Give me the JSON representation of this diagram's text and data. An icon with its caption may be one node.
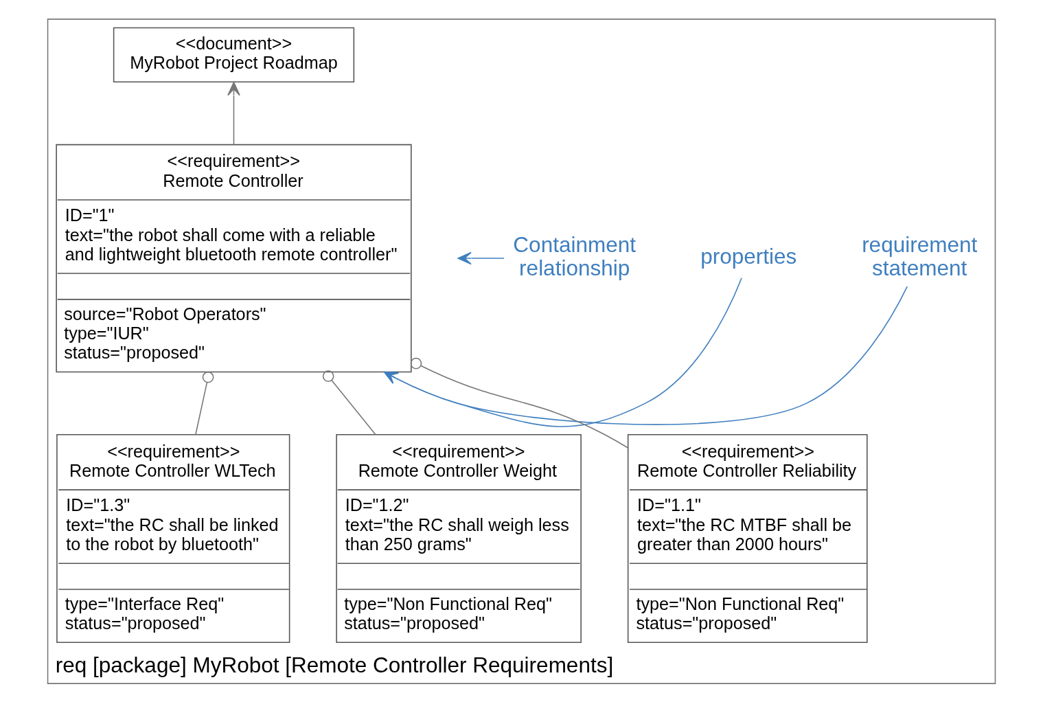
{
  "diagram": {
    "nodes": [
      {
        "text": [
          "req [package] MyRobot [Remote Controller Requirements]"
        ]
      },
      {
        "text": [
          "<<document>>",
          "MyRobot Project Roadmap"
        ],
        "in": 0
      },
      {
        "text": [
          "<<requirement>>",
          "Remote Controller",
          "ID=\"1\"",
          "text=\"the robot shall come with a reliable and lightweight bluetooth remote controller\"",
          "source=\"Robot Operators\"",
          "type=\"IUR\"",
          "status=\"proposed\""
        ],
        "in": 0
      },
      {
        "text": [
          "requirement statement"
        ],
        "in": 0
      },
      {
        "text": [
          "properties"
        ],
        "in": 0
      },
      {
        "text": [
          "Containment relationship"
        ],
        "in": 0
      },
      {
        "text": [
          "<<requirement>>",
          "Remote Controller Reliability",
          "ID=\"1.1\"",
          "text=\"the RC MTBF shall be greater than 2000 hours\"",
          "type=\"Non Functional Req\"",
          "status=\"proposed\""
        ],
        "in": 0
      },
      {
        "text": [
          "<<requirement>>",
          "Remote Controller Weight",
          "ID=\"1.2\"",
          "text=\"the RC shall weigh less than 250 grams\"",
          "type=\"Non Functional Req\"",
          "status=\"proposed\""
        ],
        "in": 0
      },
      {
        "text": [
          "<<requirement>>",
          "Remote Controller WLTech",
          "ID=\"1.3\"",
          "text=\"the RC shall be linked to the robot by bluetooth\"",
          "type=\"Interface Req\"",
          "status=\"proposed\""
        ],
        "in": 0
      }
    ],
    "edges": [
      {
        "from": 2,
        "to": 1,
        "arrow": "to"
      },
      {
        "from": 3,
        "to": 2,
        "arrow": "to",
        "color": "#3f7fbf"
      },
      {
        "from": 4,
        "to": 2,
        "arrow": "to",
        "color": "#3f7fbf"
      },
      {
        "from": 6,
        "to": 2,
        "arrow": "other"
      },
      {
        "from": 7,
        "to": 2,
        "arrow": "other"
      },
      {
        "from": 8,
        "to": 2,
        "arrow": "other"
      },
      {
        "from": 5,
        "to": null,
        "arrow": "to",
        "color": "#3f7fbf"
      }
    ]
  }
}
